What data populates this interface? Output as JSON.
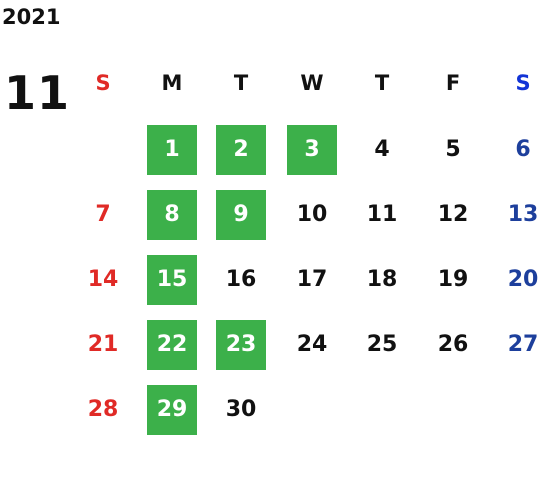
{
  "year": "2021",
  "month": "11",
  "colors": {
    "sunday": "#e02a26",
    "saturday": "#1d3f9c",
    "saturday_header": "#1234d6",
    "weekday": "#111111",
    "highlight_bg": "#3cb04a",
    "highlight_text": "#ffffff"
  },
  "weekdays": [
    "S",
    "M",
    "T",
    "W",
    "T",
    "F",
    "S"
  ],
  "weeks": [
    [
      {
        "day": ""
      },
      {
        "day": "1",
        "highlighted": true
      },
      {
        "day": "2",
        "highlighted": true
      },
      {
        "day": "3",
        "highlighted": true
      },
      {
        "day": "4"
      },
      {
        "day": "5"
      },
      {
        "day": "6"
      }
    ],
    [
      {
        "day": "7"
      },
      {
        "day": "8",
        "highlighted": true
      },
      {
        "day": "9",
        "highlighted": true
      },
      {
        "day": "10"
      },
      {
        "day": "11"
      },
      {
        "day": "12"
      },
      {
        "day": "13"
      }
    ],
    [
      {
        "day": "14"
      },
      {
        "day": "15",
        "highlighted": true
      },
      {
        "day": "16"
      },
      {
        "day": "17"
      },
      {
        "day": "18"
      },
      {
        "day": "19"
      },
      {
        "day": "20"
      }
    ],
    [
      {
        "day": "21"
      },
      {
        "day": "22",
        "highlighted": true
      },
      {
        "day": "23",
        "highlighted": true
      },
      {
        "day": "24"
      },
      {
        "day": "25"
      },
      {
        "day": "26"
      },
      {
        "day": "27"
      }
    ],
    [
      {
        "day": "28"
      },
      {
        "day": "29",
        "highlighted": true
      },
      {
        "day": "30"
      },
      {
        "day": ""
      },
      {
        "day": ""
      },
      {
        "day": ""
      },
      {
        "day": ""
      }
    ]
  ]
}
